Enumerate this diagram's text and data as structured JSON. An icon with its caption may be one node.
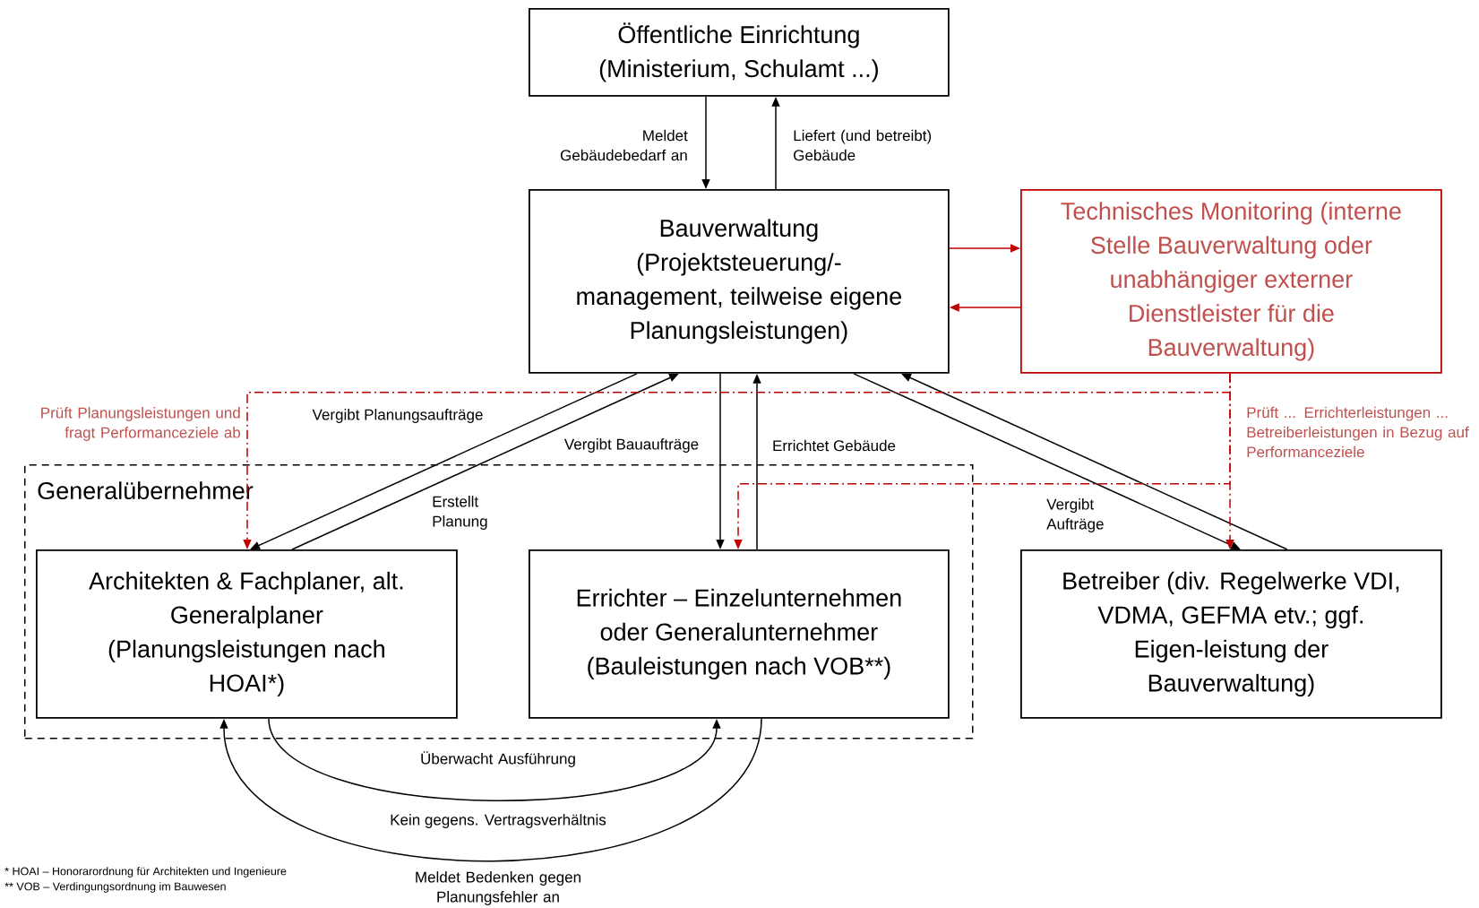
{
  "diagram": {
    "nodes": [
      {
        "text": [
          "Öffentliche Einrichtung (Ministerium, Schulamt ...)"
        ]
      },
      {
        "text": [
          "Bauverwaltung (Projektsteuerung/-management, teilweise eigene Planungsleistungen)"
        ]
      },
      {
        "text": [
          "Technisches Monitoring (interne Stelle Bauverwaltung oder unabhängiger externer Dienstleister für die Bauverwaltung)"
        ]
      },
      {
        "text": [
          "Generalübernehmer"
        ]
      },
      {
        "text": [
          "Architekten & Fachplaner, alt. Generalplaner (Planungsleistungen nach HOAI*)"
        ],
        "in": 3
      },
      {
        "text": [
          "Errichter – Einzelunternehmen oder Generalunternehmer (Bauleistungen nach VOB**)"
        ],
        "in": 3
      },
      {
        "text": [
          "Betreiber (div. Regelwerke VDI, VDMA, GEFMA etv.; ggf. Eigen-leistung der Bauverwaltung)"
        ]
      }
    ],
    "edges": [
      {
        "from": 0,
        "to": 1,
        "arrow": "to",
        "label": "Meldet Gebäudebedarf an"
      },
      {
        "from": 1,
        "to": 0,
        "arrow": "to",
        "label": "Liefert (und betreibt) Gebäude"
      },
      {
        "from": 1,
        "to": 2,
        "arrow": "to",
        "color": "#c00000"
      },
      {
        "from": 2,
        "to": 1,
        "arrow": "to",
        "color": "#c00000"
      },
      {
        "from": 1,
        "to": 4,
        "arrow": "to",
        "label": "Vergibt Planungsaufträge"
      },
      {
        "from": 4,
        "to": 1,
        "arrow": "to",
        "label": "Erstellt Planung"
      },
      {
        "from": 1,
        "to": 5,
        "arrow": "to",
        "label": "Vergibt Bauaufträge"
      },
      {
        "from": 5,
        "to": 1,
        "arrow": "to",
        "label": "Errichtet Gebäude"
      },
      {
        "from": 1,
        "to": 6,
        "arrow": "to",
        "label": "Vergibt Aufträge"
      },
      {
        "from": 6,
        "to": 1,
        "arrow": "to"
      },
      {
        "from": 2,
        "to": 4,
        "arrow": "to",
        "style": "dashed",
        "color": "#c00000",
        "label": "Prüft Planungsleistungen und fragt Performanceziele ab"
      },
      {
        "from": 2,
        "to": 5,
        "arrow": "to",
        "style": "dashed",
        "color": "#c00000"
      },
      {
        "from": 2,
        "to": 6,
        "arrow": "to",
        "style": "dashed",
        "color": "#c00000",
        "label": "Prüft ... Errichterleistungen ... Betreiberleistungen in Bezug auf Performanceziele"
      },
      {
        "from": 4,
        "to": 5,
        "arrow": "to",
        "label": "Überwacht Ausführung"
      },
      {
        "from": 5,
        "to": 4,
        "arrow": "to",
        "label": "Meldet Bedenken gegen Planungsfehler an"
      }
    ],
    "labels": [
      "Kein gegens. Vertragsverhältnis",
      "* HOAI – Honorarordnung für Architekten und Ingenieure",
      "** VOB – Verdingungsordnung im Bauwesen"
    ]
  }
}
